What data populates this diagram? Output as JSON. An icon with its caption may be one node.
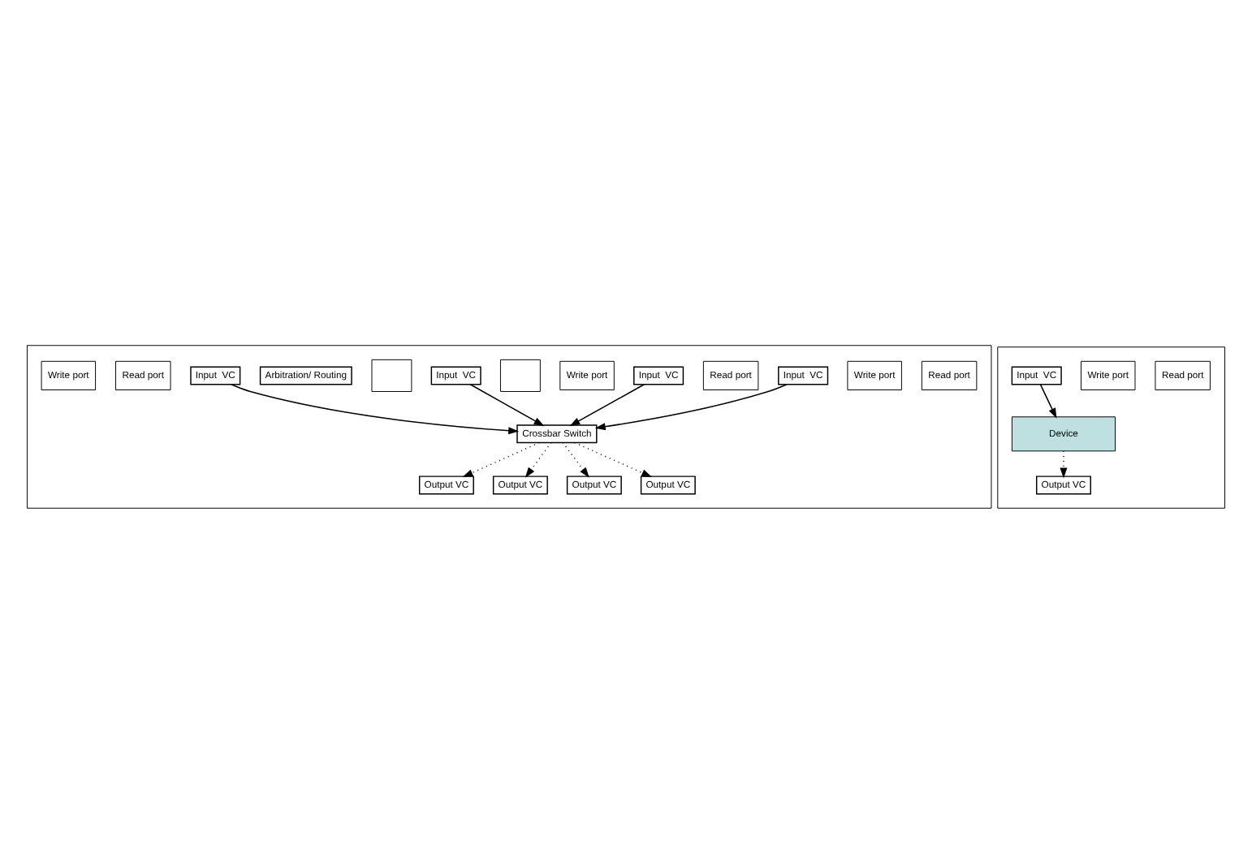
{
  "diagram": {
    "nodes": [
      {
        "text": [],
        "shape": "box"
      },
      {
        "text": [
          "Read port"
        ],
        "in": 0
      },
      {
        "text": [
          "Write port"
        ],
        "in": 0
      },
      {
        "text": [
          "Input  VC"
        ],
        "in": 0
      },
      {
        "text": [
          "Output VC"
        ],
        "in": 0
      },
      {
        "text": [
          "Read port"
        ],
        "in": 0
      },
      {
        "text": [
          "Input  VC"
        ],
        "in": 0
      },
      {
        "text": [
          "Write port"
        ],
        "in": 0
      },
      {
        "text": [
          "Output VC"
        ],
        "in": 0
      },
      {
        "text": [
          "Crossbar Switch"
        ],
        "in": 0
      },
      {
        "text": [],
        "shape": "box",
        "in": 0
      },
      {
        "text": [
          "Input  VC"
        ],
        "in": 0
      },
      {
        "text": [],
        "shape": "box",
        "in": 0
      },
      {
        "text": [
          "Output VC"
        ],
        "in": 0
      },
      {
        "text": [
          "Arbitration/ Routing"
        ],
        "in": 0
      },
      {
        "text": [
          "Input  VC"
        ],
        "in": 0
      },
      {
        "text": [
          "Output VC"
        ],
        "in": 0
      },
      {
        "text": [
          "Read port"
        ],
        "in": 0
      },
      {
        "text": [
          "Write port"
        ],
        "in": 0
      },
      {
        "text": [],
        "shape": "box"
      },
      {
        "text": [
          "Read port"
        ],
        "in": 19
      },
      {
        "text": [
          "Write port"
        ],
        "in": 19
      },
      {
        "text": [
          "Input  VC"
        ],
        "in": 19
      },
      {
        "text": [
          "Output VC"
        ],
        "in": 19
      },
      {
        "text": [
          "Device"
        ],
        "in": 19
      }
    ],
    "edges": [
      {
        "from": 3,
        "to": 9,
        "arrow": "to"
      },
      {
        "from": 9,
        "to": 4,
        "arrow": "to",
        "style": "dashed"
      },
      {
        "from": 6,
        "to": 9,
        "arrow": "to"
      },
      {
        "from": 9,
        "to": 8,
        "arrow": "to",
        "style": "dashed"
      },
      {
        "from": 11,
        "to": 9,
        "arrow": "to"
      },
      {
        "from": 9,
        "to": 13,
        "arrow": "to",
        "style": "dashed"
      },
      {
        "from": 15,
        "to": 9,
        "arrow": "to"
      },
      {
        "from": 9,
        "to": 16,
        "arrow": "to",
        "style": "dashed"
      },
      {
        "from": 22,
        "to": 24,
        "arrow": "to"
      },
      {
        "from": 24,
        "to": 23,
        "arrow": "to",
        "style": "dashed"
      }
    ]
  }
}
